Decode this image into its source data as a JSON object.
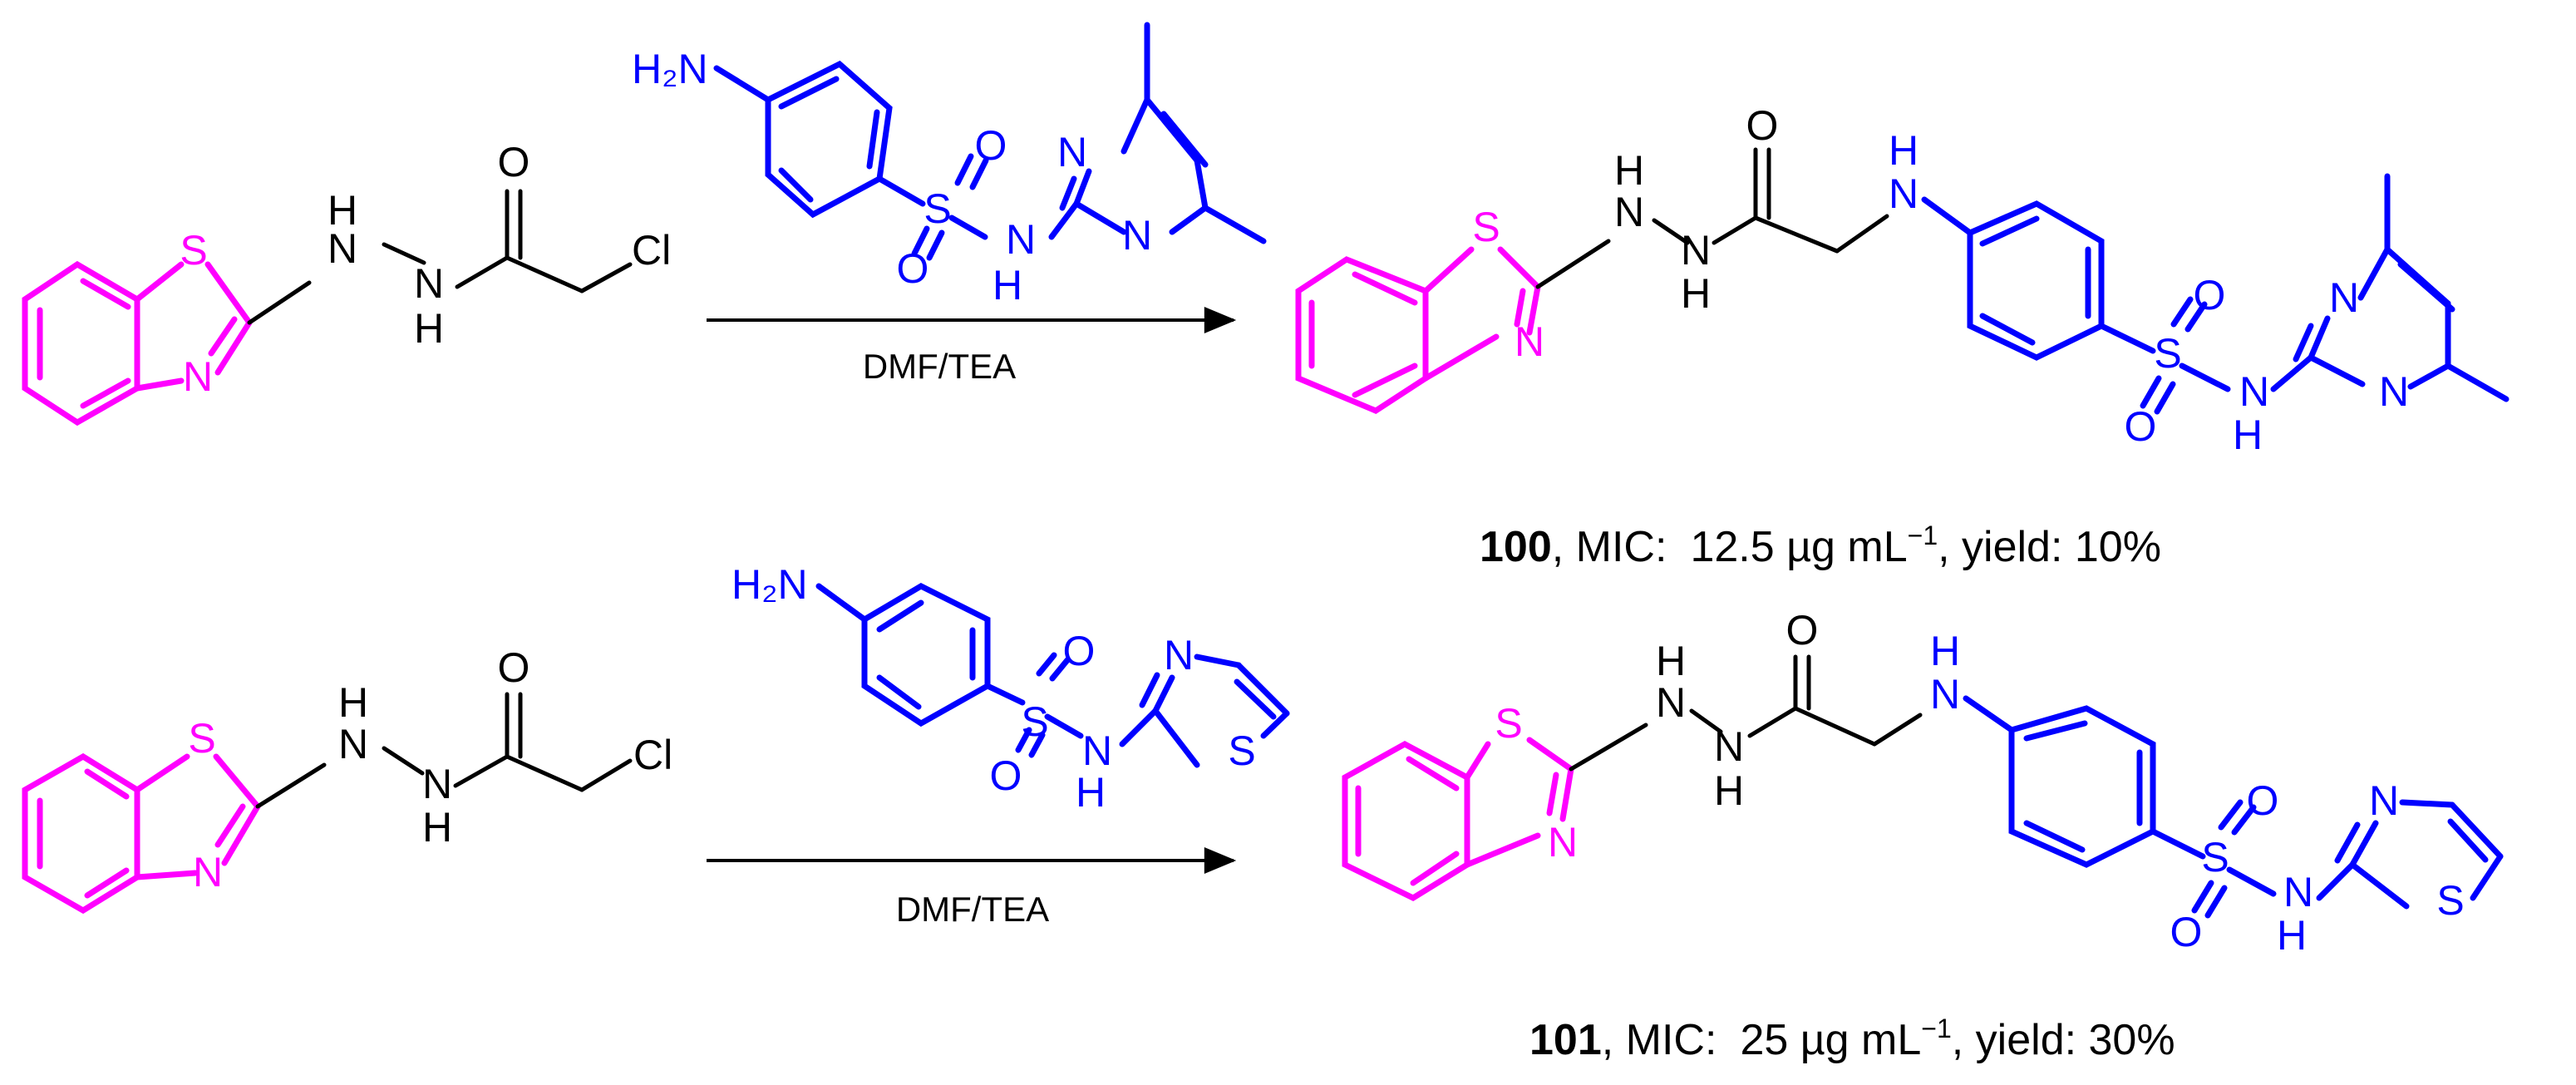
{
  "colors": {
    "benzothiazole": "#ff00ff",
    "sulfonamide": "#0000ff",
    "scaffold": "#000000"
  },
  "atoms": {
    "S": "S",
    "N": "N",
    "H": "H",
    "O": "O",
    "Cl": "Cl",
    "H2N": "H₂N"
  },
  "reactions": [
    {
      "conditions": "DMF/TEA",
      "product": {
        "number": "100",
        "mic_label": ", MIC:",
        "mic_value": "12.5 µg mL",
        "mic_exponent": "−1",
        "yield_text": ", yield: 10%"
      }
    },
    {
      "conditions": "DMF/TEA",
      "product": {
        "number": "101",
        "mic_label": ", MIC:",
        "mic_value": "25 µg mL",
        "mic_exponent": "−1",
        "yield_text": ", yield: 30%"
      }
    }
  ]
}
